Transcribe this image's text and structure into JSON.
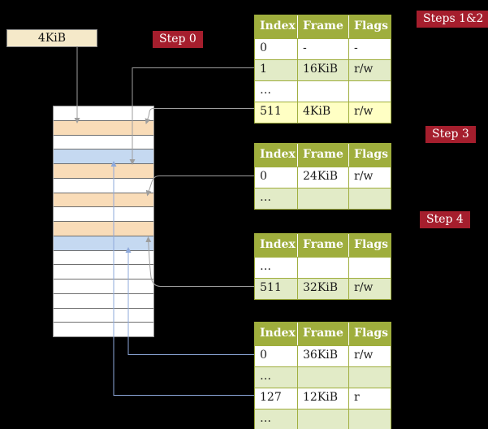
{
  "colors": {
    "background": "#000000",
    "badge": "#A51E2D",
    "table_header": "#9FAE3D",
    "row_green": "#E2EBC7",
    "row_yellow": "#FFFFC4",
    "frame_peach": "#F9DCB8",
    "frame_blue": "#C5D9F1",
    "box_cream": "#F5E9C9",
    "arrow_gray": "#9E9E9E",
    "arrow_blue": "#8EA9DB"
  },
  "legend_box": {
    "label": "4KiB"
  },
  "steps": [
    {
      "label": "Step 0"
    },
    {
      "label": "Steps 1&2"
    },
    {
      "label": "Step 3"
    },
    {
      "label": "Step 4"
    }
  ],
  "memory_strip": {
    "row_colors": [
      "white",
      "peach",
      "white",
      "blue",
      "peach",
      "white",
      "peach",
      "white",
      "peach",
      "blue",
      "white",
      "white",
      "white",
      "white",
      "white",
      "white"
    ]
  },
  "tables": [
    {
      "name": "page-table-steps-1-2",
      "headers": [
        "Index",
        "Frame",
        "Flags"
      ],
      "rows": [
        {
          "cells": [
            "0",
            "-",
            "-"
          ],
          "bg": "white"
        },
        {
          "cells": [
            "1",
            "16KiB",
            "r/w"
          ],
          "bg": "green"
        },
        {
          "cells": [
            "…",
            "",
            ""
          ],
          "bg": "white"
        },
        {
          "cells": [
            "511",
            "4KiB",
            "r/w"
          ],
          "bg": "yellow"
        }
      ]
    },
    {
      "name": "page-table-step-3",
      "headers": [
        "Index",
        "Frame",
        "Flags"
      ],
      "rows": [
        {
          "cells": [
            "0",
            "24KiB",
            "r/w"
          ],
          "bg": "white"
        },
        {
          "cells": [
            "…",
            "",
            ""
          ],
          "bg": "green"
        }
      ]
    },
    {
      "name": "page-table-step-4",
      "headers": [
        "Index",
        "Frame",
        "Flags"
      ],
      "rows": [
        {
          "cells": [
            "…",
            "",
            ""
          ],
          "bg": "white"
        },
        {
          "cells": [
            "511",
            "32KiB",
            "r/w"
          ],
          "bg": "green"
        }
      ]
    },
    {
      "name": "page-table-final",
      "headers": [
        "Index",
        "Frame",
        "Flags"
      ],
      "rows": [
        {
          "cells": [
            "0",
            "36KiB",
            "r/w"
          ],
          "bg": "white"
        },
        {
          "cells": [
            "…",
            "",
            ""
          ],
          "bg": "green"
        },
        {
          "cells": [
            "127",
            "12KiB",
            "r"
          ],
          "bg": "white"
        },
        {
          "cells": [
            "…",
            "",
            ""
          ],
          "bg": "green"
        }
      ]
    }
  ]
}
